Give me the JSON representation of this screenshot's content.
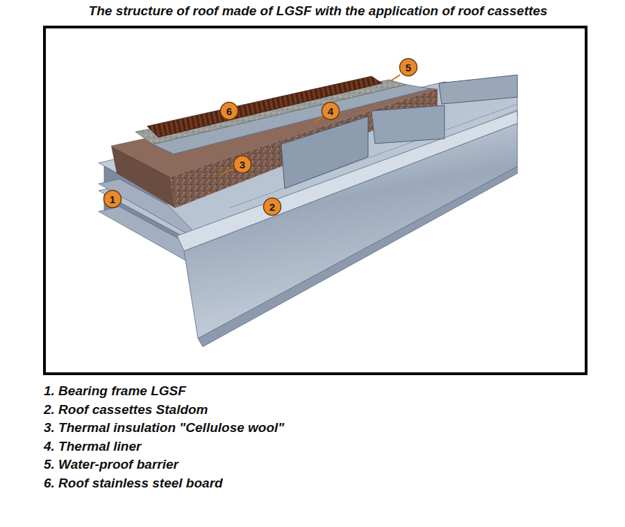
{
  "diagram": {
    "title": "The structure of roof made of LGSF with the application of roof cassettes",
    "nodes": [
      {
        "text": [
          "5"
        ]
      },
      {
        "text": [
          "6"
        ]
      },
      {
        "text": [
          "4"
        ]
      },
      {
        "text": [
          "3"
        ]
      },
      {
        "text": [
          "1"
        ]
      },
      {
        "text": [
          "2"
        ]
      }
    ],
    "labels": [
      "1. Bearing frame LGSF",
      "2. Roof cassettes Staldom",
      "3. Thermal insulation \"Cellulose wool\"",
      "4. Thermal liner",
      "5. Water-proof barrier",
      "6. Roof stainless steel board"
    ]
  }
}
